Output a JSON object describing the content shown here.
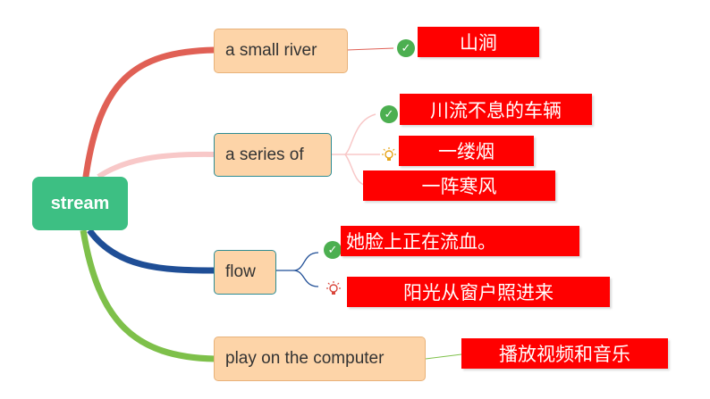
{
  "root": {
    "label": "stream"
  },
  "topics": [
    {
      "label": "a small river"
    },
    {
      "label": "a series of"
    },
    {
      "label": "flow"
    },
    {
      "label": "play on the computer"
    }
  ],
  "notes": {
    "river_1": "山涧",
    "series_1": "川流不息的车辆",
    "series_2": "一缕烟",
    "series_3": "一阵寒风",
    "flow_1": "她脸上正在流血。",
    "flow_2": "阳光从窗户照进来",
    "computer_1": "播放视频和音乐"
  },
  "colors": {
    "root": "#3dbf83",
    "branch_river": "#e06055",
    "branch_series": "#f8c8c8",
    "branch_flow": "#1f4e96",
    "branch_computer": "#7ec04a",
    "topic_fill": "#fdd4a8",
    "note_fill": "#ff0000"
  },
  "icons": [
    "check-icon",
    "bulb-icon"
  ]
}
